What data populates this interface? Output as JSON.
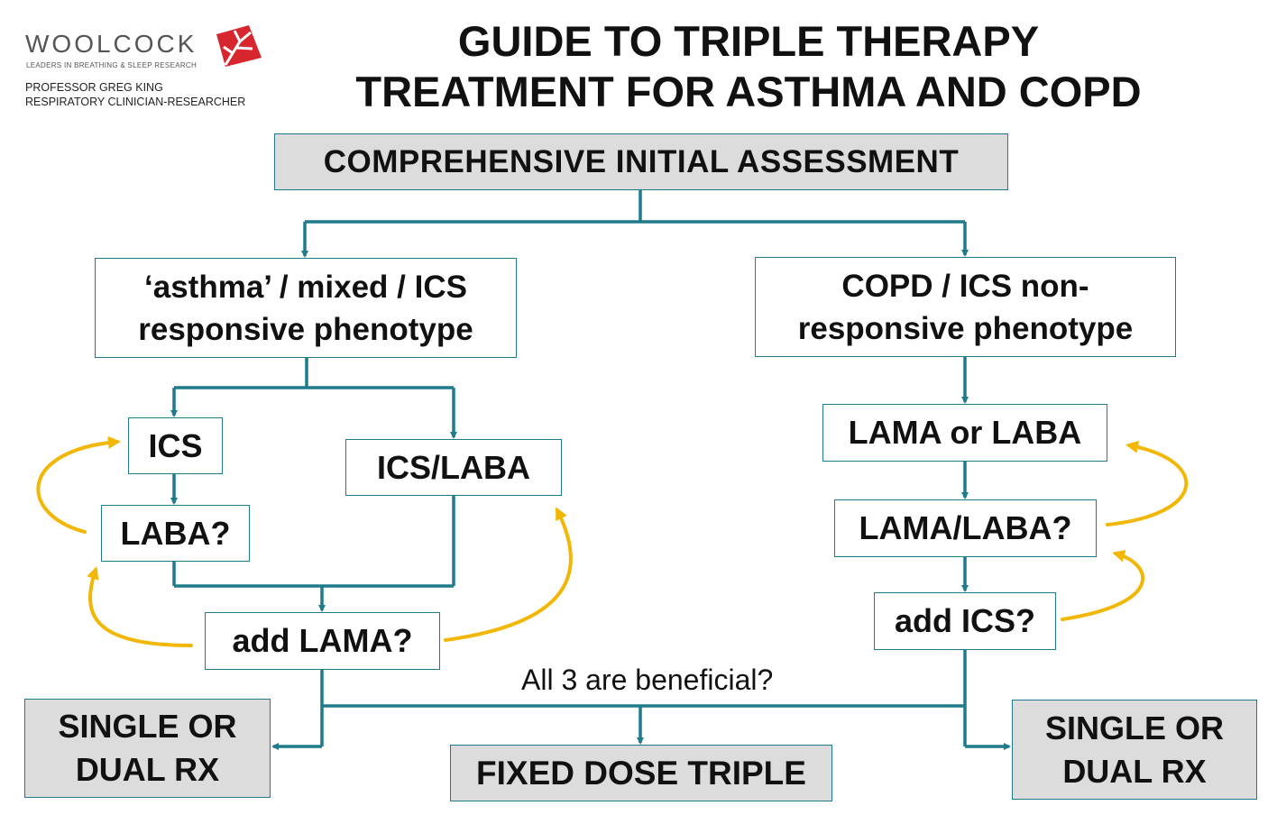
{
  "header": {
    "logo_word": "WOOLCOCK",
    "logo_tagline": "LEADERS IN BREATHING & SLEEP RESEARCH",
    "credit_line1": "PROFESSOR GREG KING",
    "credit_line2": "RESPIRATORY CLINICIAN-RESEARCHER",
    "title_line1": "GUIDE TO TRIPLE THERAPY",
    "title_line2": "TREATMENT FOR ASTHMA AND COPD"
  },
  "nodes": {
    "assessment": "COMPREHENSIVE INITIAL ASSESSMENT",
    "asthma_line1": "‘asthma’ / mixed / ICS",
    "asthma_line2": "responsive phenotype",
    "copd_line1": "COPD / ICS non-",
    "copd_line2": "responsive phenotype",
    "ics": "ICS",
    "laba_q": "LABA?",
    "ics_laba": "ICS/LABA",
    "add_lama": "add LAMA?",
    "lama_or_laba": "LAMA or LABA",
    "lama_laba_q": "LAMA/LABA?",
    "add_ics": "add ICS?",
    "left_outcome_line1": "SINGLE OR",
    "left_outcome_line2": "DUAL RX",
    "fixed_dose": "FIXED DOSE TRIPLE",
    "right_outcome_line1": "SINGLE OR",
    "right_outcome_line2": "DUAL RX"
  },
  "question": "All 3 are beneficial?",
  "colors": {
    "connector": "#1f7a8c",
    "feedback_arrow": "#f2b705",
    "outcome_fill": "#dcdcdc",
    "logo_red": "#d8262e"
  }
}
